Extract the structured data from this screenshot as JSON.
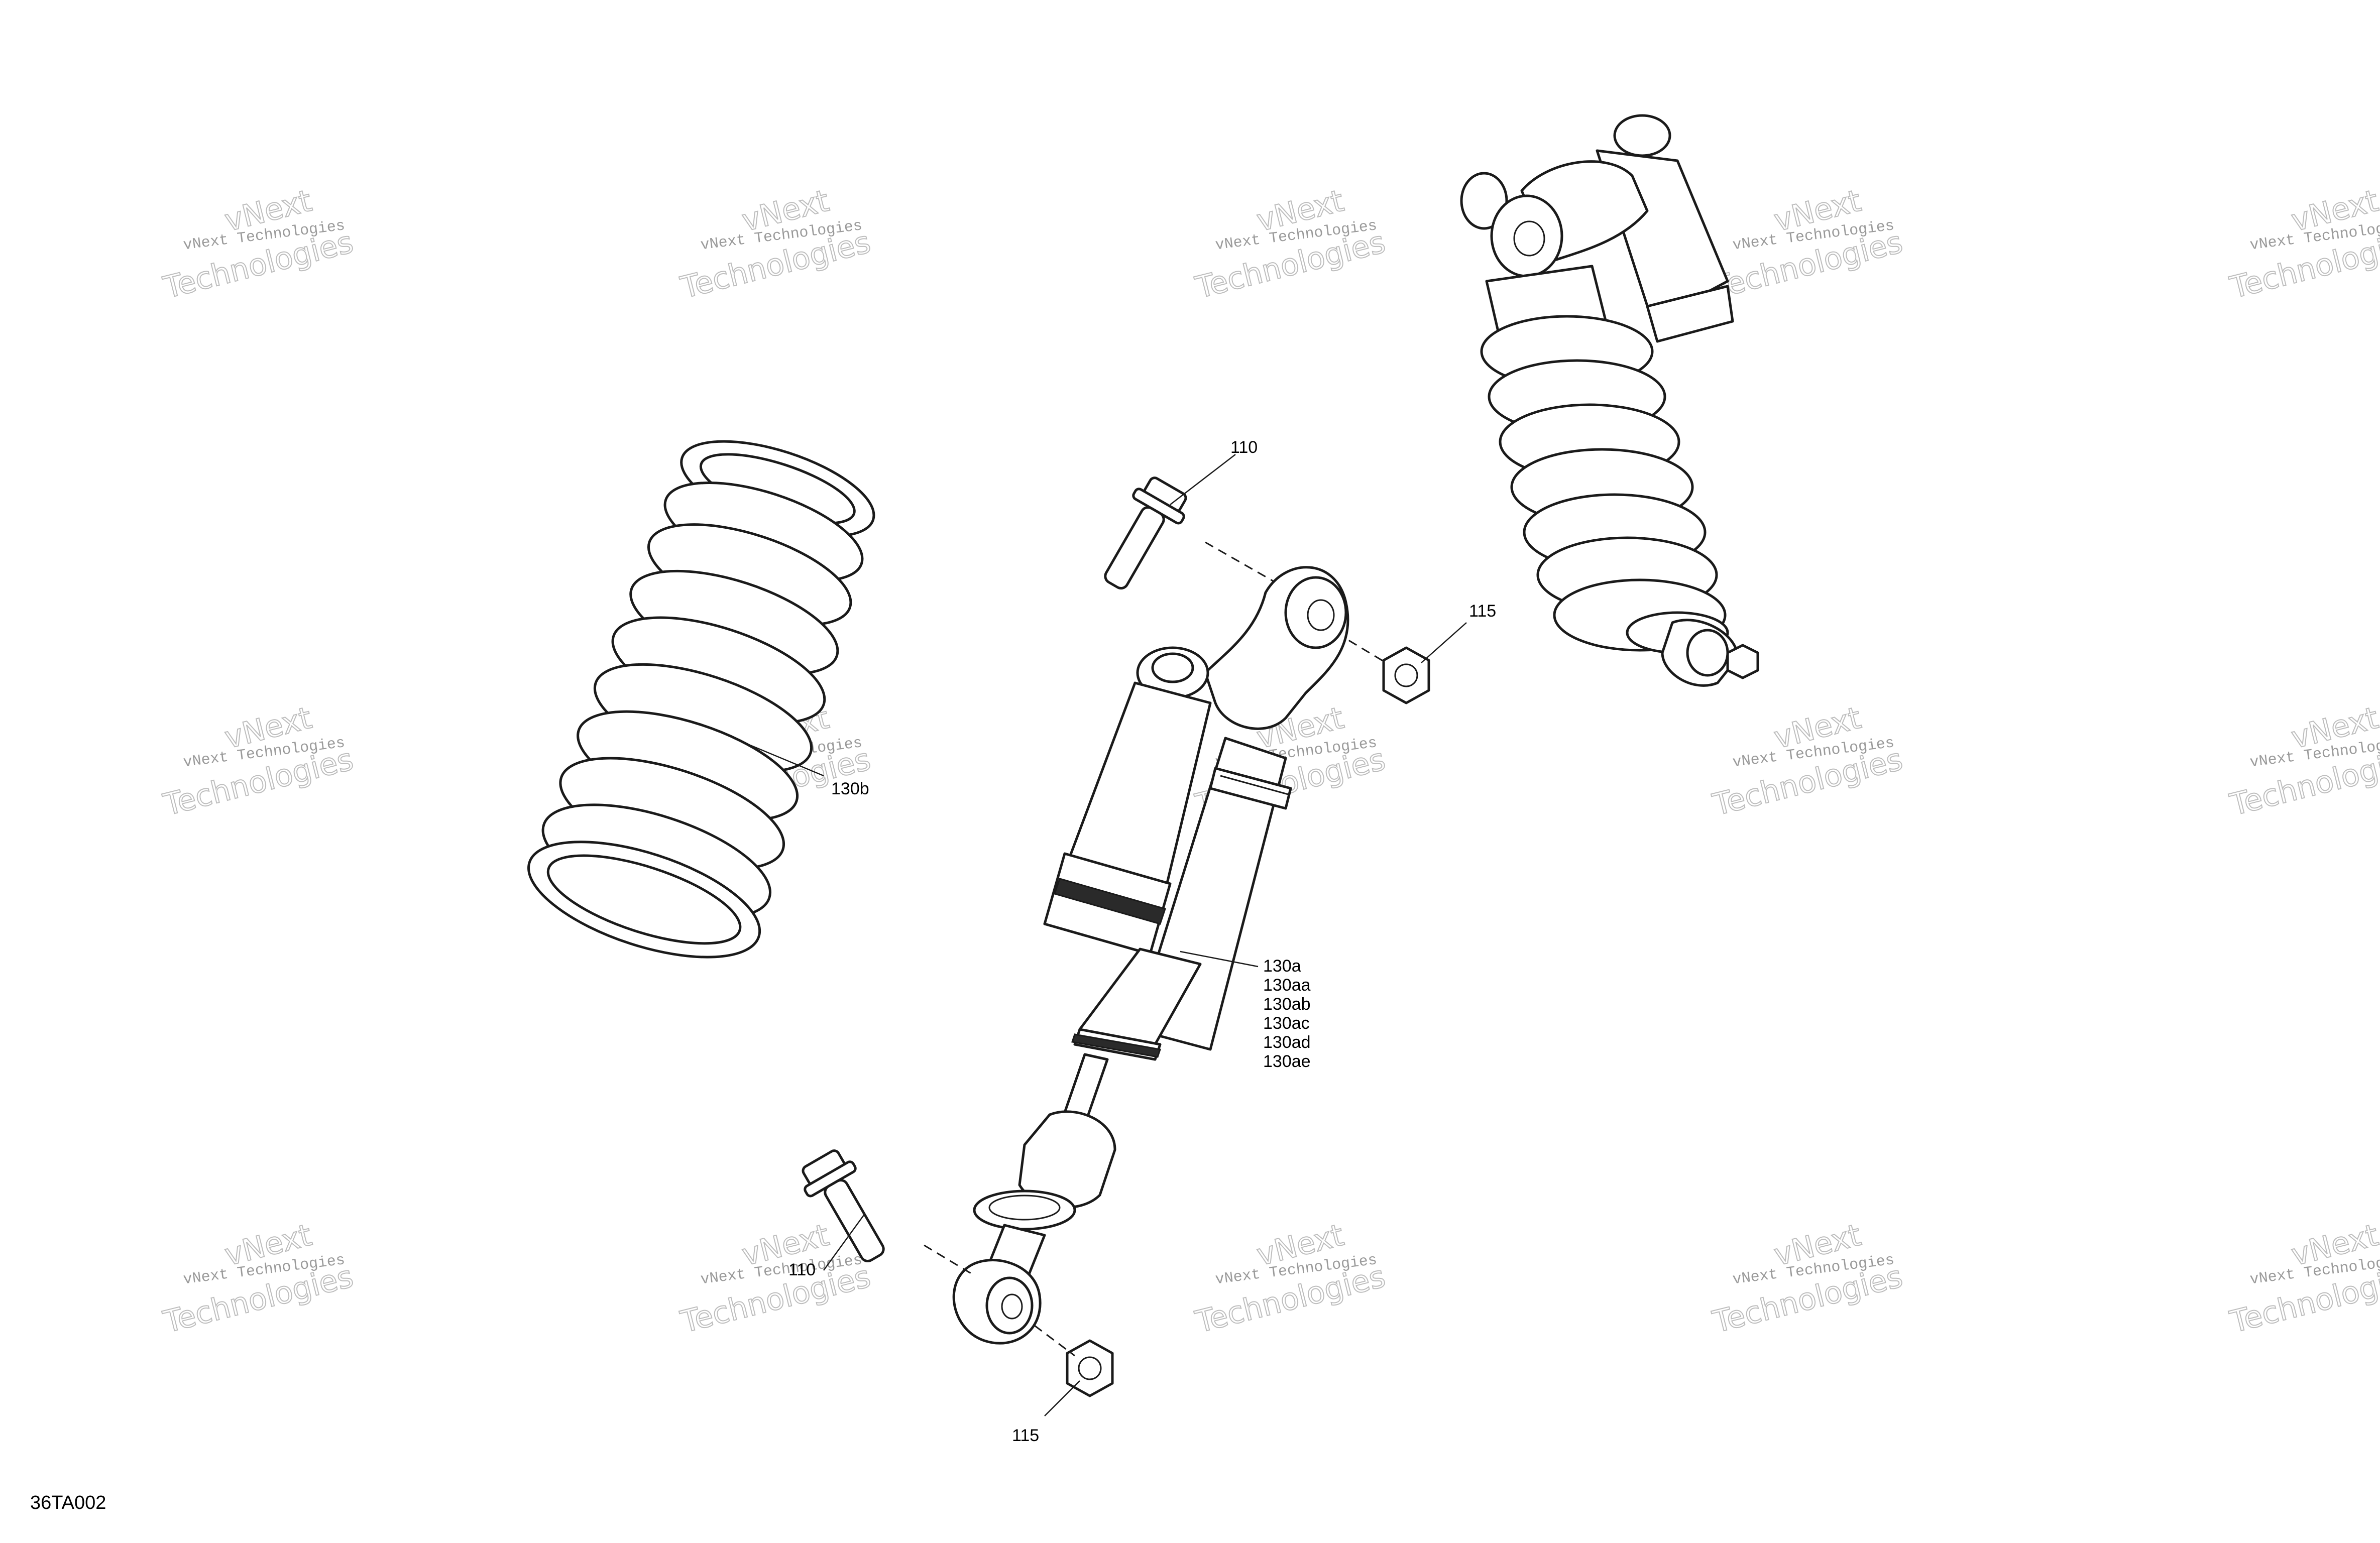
{
  "drawing_code": "36TA002",
  "watermark": {
    "line1": "vNext Technologies",
    "line2": "vNext",
    "line3": "Technologies"
  },
  "callouts": {
    "bolt_top": "110",
    "nut_top": "115",
    "spring": "130b",
    "shock_a": "130a",
    "shock_aa": "130aa",
    "shock_ab": "130ab",
    "shock_ac": "130ac",
    "shock_ad": "130ad",
    "shock_ae": "130ae",
    "bolt_bottom": "110",
    "nut_bottom": "115"
  }
}
